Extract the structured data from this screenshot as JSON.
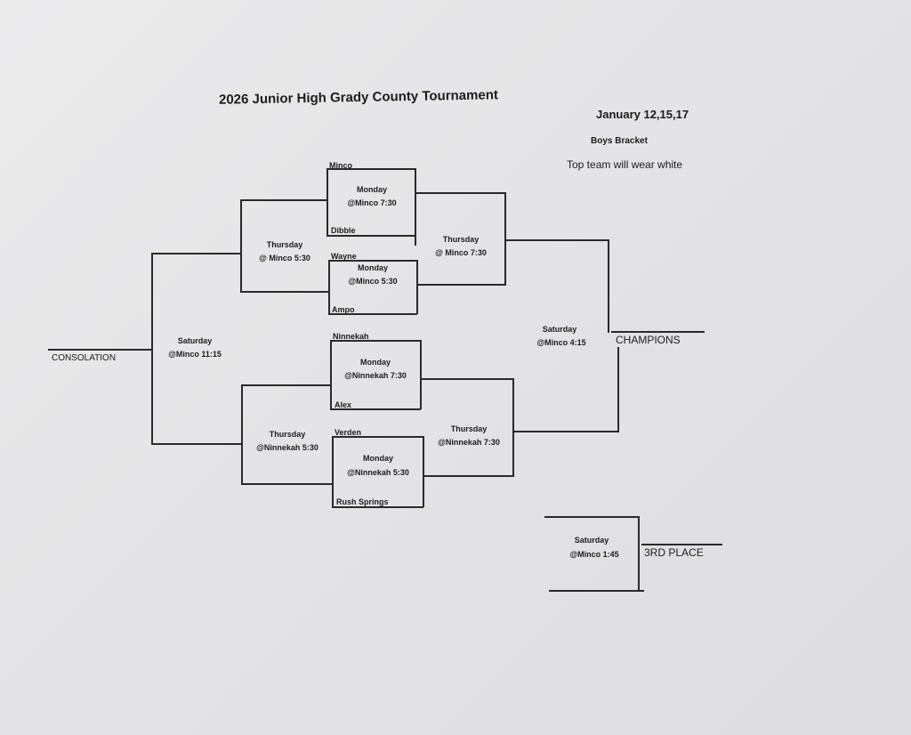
{
  "header": {
    "title": "2026 Junior High Grady County Tournament",
    "dates": "January 12,15,17",
    "bracket": "Boys Bracket",
    "note": "Top team will wear white"
  },
  "round1": [
    {
      "top": "Minco",
      "bottom": "Dibble",
      "day": "Monday",
      "site": "@Minco 7:30"
    },
    {
      "top": "Wayne",
      "bottom": "Ampo",
      "day": "Monday",
      "site": "@Minco 5:30"
    },
    {
      "top": "Ninnekah",
      "bottom": "Alex",
      "day": "Monday",
      "site": "@Ninnekah 7:30"
    },
    {
      "top": "Verden",
      "bottom": "Rush Springs",
      "day": "Monday",
      "site": "@Ninnekah 5:30"
    }
  ],
  "consolation_thursday": [
    {
      "day": "Thursday",
      "site": "@ Minco 5:30"
    },
    {
      "day": "Thursday",
      "site": "@Ninnekah 5:30"
    }
  ],
  "winners_thursday": [
    {
      "day": "Thursday",
      "site": "@ Minco 7:30"
    },
    {
      "day": "Thursday",
      "site": "@Ninnekah 7:30"
    }
  ],
  "consolation_final": {
    "day": "Saturday",
    "site": "@Minco 11:15",
    "label": "CONSOLATION"
  },
  "championship": {
    "day": "Saturday",
    "site": "@Minco 4:15",
    "label": "CHAMPIONS"
  },
  "third_place": {
    "day": "Saturday",
    "site": "@Minco 1:45",
    "label": "3RD PLACE"
  }
}
